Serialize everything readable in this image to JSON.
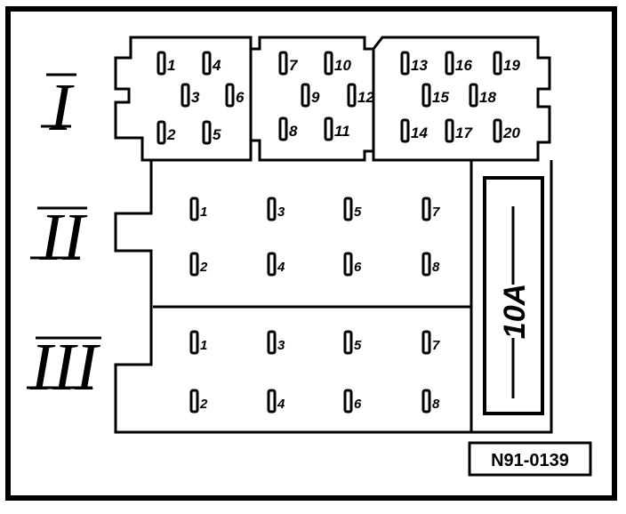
{
  "diagram": {
    "figure_id": "N91-0139",
    "fuse_label": "10A",
    "groups": [
      {
        "id": "I",
        "numeral": "I",
        "pins": [
          "1",
          "2",
          "3",
          "4",
          "5",
          "6",
          "7",
          "8",
          "9",
          "10",
          "11",
          "12",
          "13",
          "14",
          "15",
          "16",
          "17",
          "18",
          "19",
          "20"
        ]
      },
      {
        "id": "II",
        "numeral": "II",
        "pins": [
          "1",
          "2",
          "3",
          "4",
          "5",
          "6",
          "7",
          "8"
        ]
      },
      {
        "id": "III",
        "numeral": "III",
        "pins": [
          "1",
          "2",
          "3",
          "4",
          "5",
          "6",
          "7",
          "8"
        ]
      }
    ]
  },
  "colors": {
    "ink": "#000000",
    "paper": "#ffffff"
  }
}
